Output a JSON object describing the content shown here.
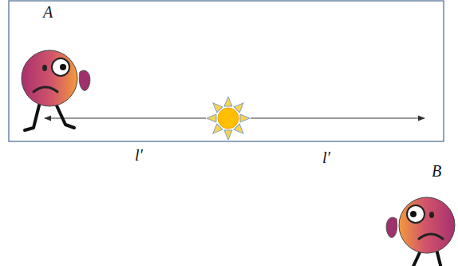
{
  "diagram": {
    "labels": [
      "A",
      "l′",
      "l′",
      "B"
    ]
  }
}
